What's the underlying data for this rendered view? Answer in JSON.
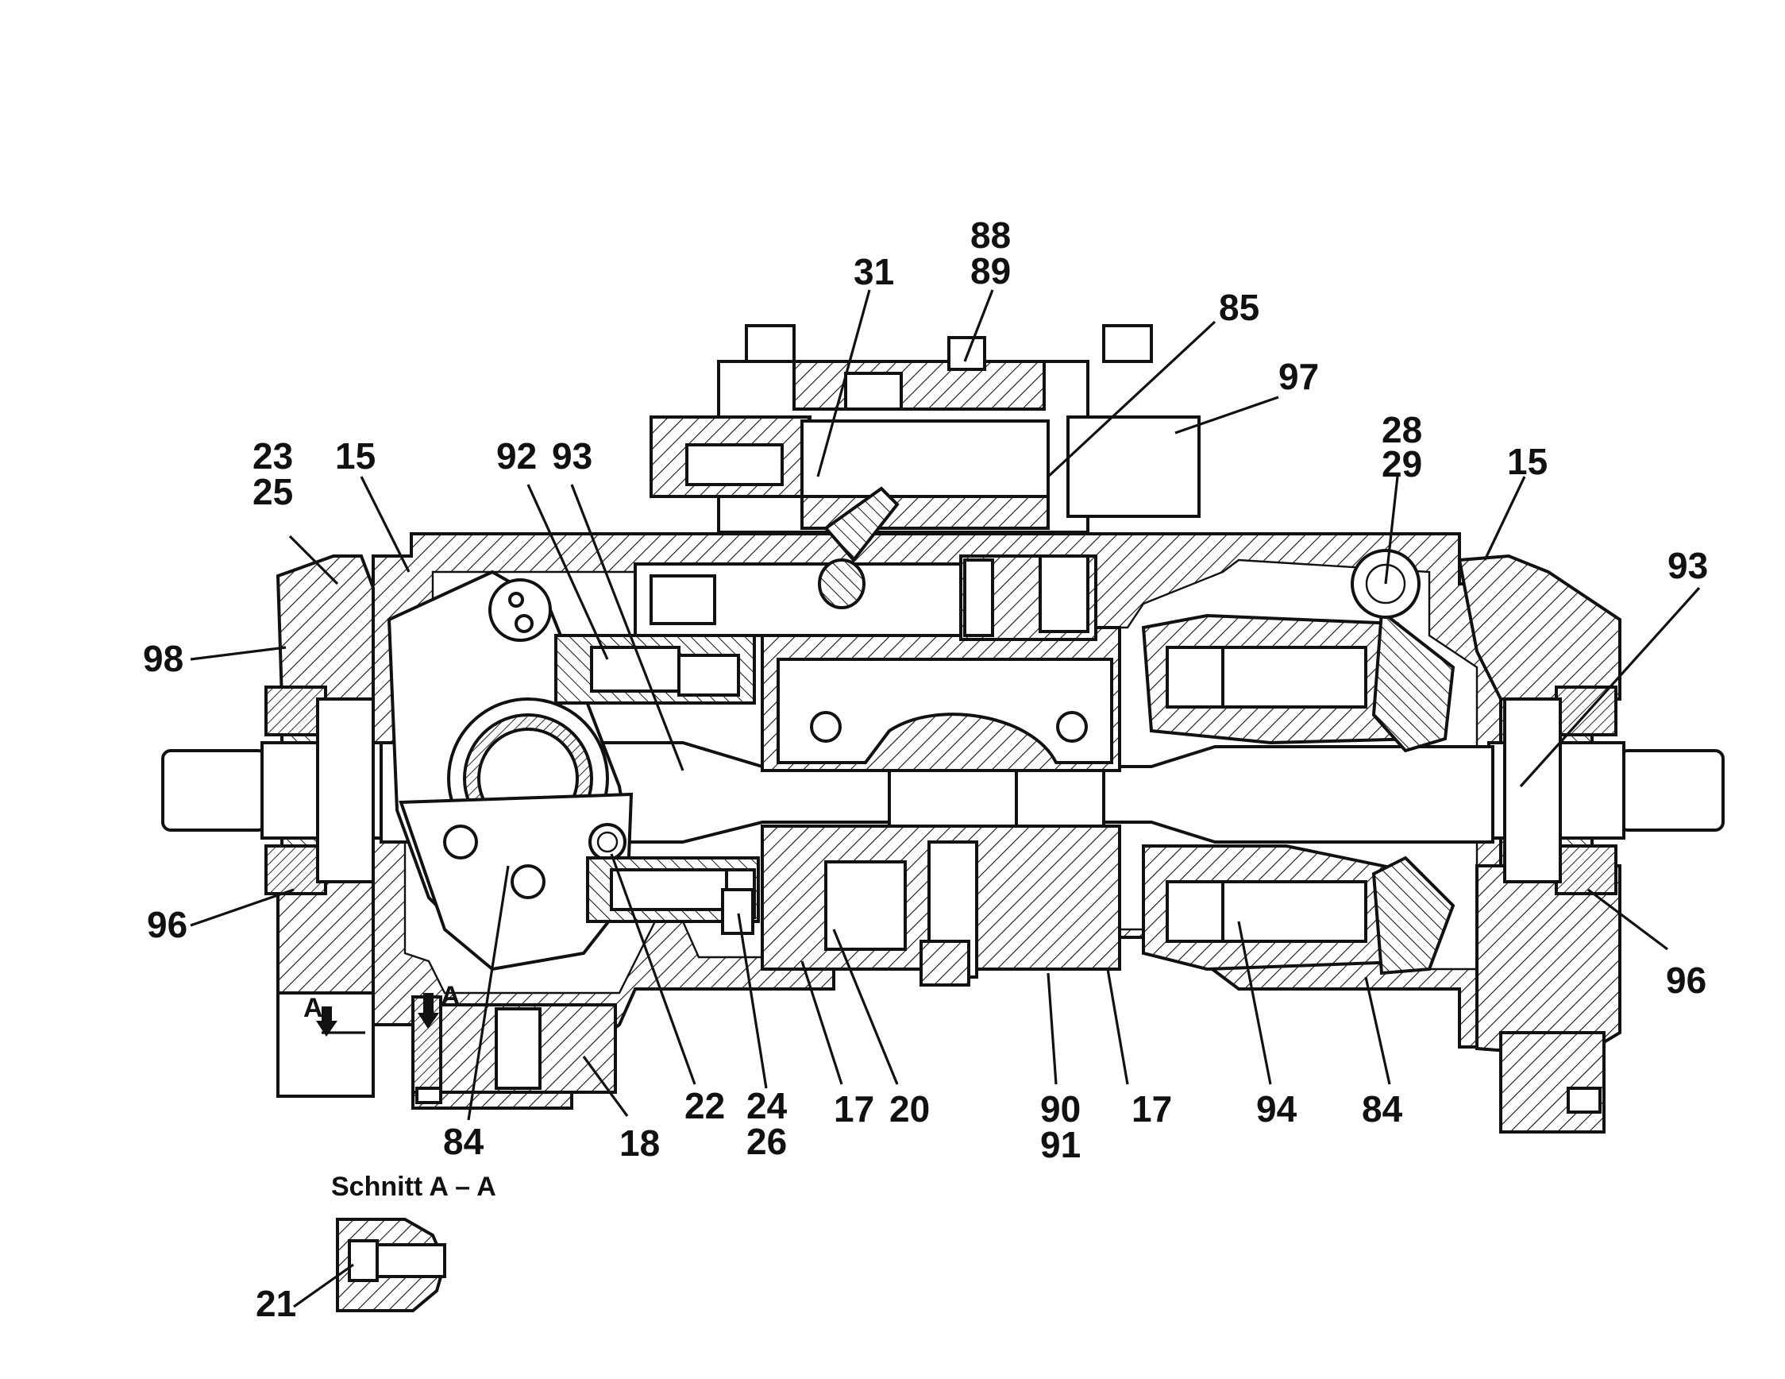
{
  "labels": {
    "l_23_25": [
      "23",
      "25"
    ],
    "l_15_left": "15",
    "l_98": "98",
    "l_96_left": "96",
    "l_92": "92",
    "l_93_left": "93",
    "l_31": "31",
    "l_88_89": [
      "88",
      "89"
    ],
    "l_85": "85",
    "l_97": "97",
    "l_28_29": [
      "28",
      "29"
    ],
    "l_15_right": "15",
    "l_93_right": "93",
    "l_96_right": "96",
    "l_84_left": "84",
    "l_18": "18",
    "l_22": "22",
    "l_24_26": [
      "24",
      "26"
    ],
    "l_17_left": "17",
    "l_20": "20",
    "l_90_91": [
      "90",
      "91"
    ],
    "l_17_right": "17",
    "l_94": "94",
    "l_84_right": "84",
    "l_21": "21"
  },
  "section": {
    "caption": "Schnitt A – A",
    "marker": "A"
  }
}
